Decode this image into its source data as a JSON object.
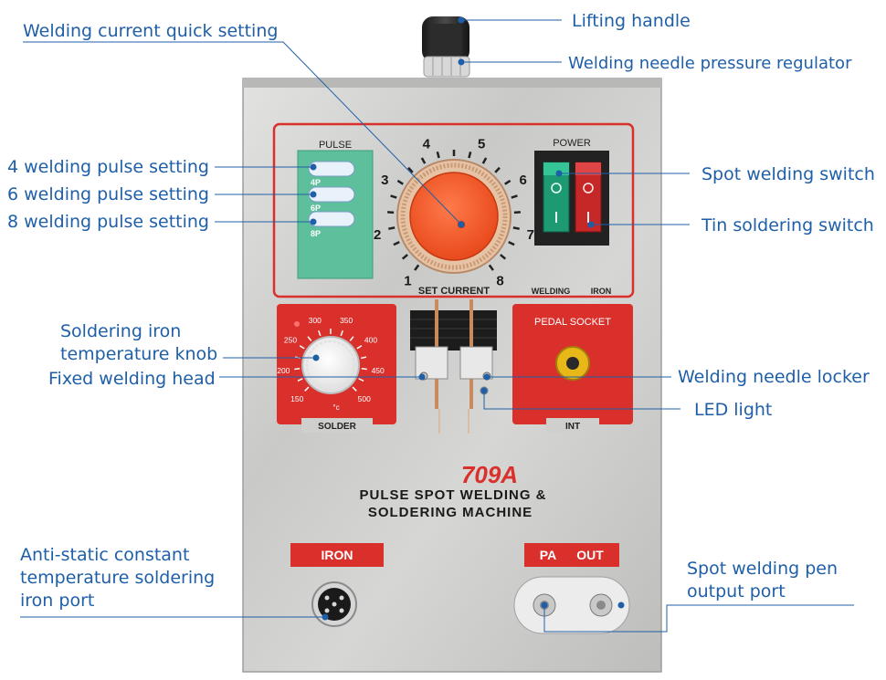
{
  "device": {
    "model": "709A",
    "title_line1": "PULSE SPOT WELDING &",
    "title_line2": "SOLDERING MACHINE",
    "pulse_label": "PULSE",
    "pulse_buttons": [
      "4P",
      "6P",
      "8P"
    ],
    "dial_numbers": [
      "1",
      "2",
      "3",
      "4",
      "5",
      "6",
      "7",
      "8"
    ],
    "set_current_label": "SET CURRENT",
    "power_label": "POWER",
    "switch_labels": [
      "WELDING",
      "IRON"
    ],
    "pedal_label": "PEDAL SOCKET",
    "int_label": "INT",
    "solder_label": "SOLDER",
    "temp_marks": [
      "150",
      "200",
      "250",
      "300",
      "350",
      "400",
      "450",
      "500"
    ],
    "temp_unit": "°c",
    "iron_label": "IRON",
    "pa_label": "PA",
    "out_label": "OUT"
  },
  "callouts": {
    "lifting_handle": "Lifting handle",
    "welding_needle_pressure_regulator": "Welding needle pressure regulator",
    "welding_current_quick_setting": "Welding current quick setting",
    "pulse4": "4 welding pulse setting",
    "pulse6": "6 welding pulse setting",
    "pulse8": "8 welding pulse setting",
    "spot_welding_switch": "Spot welding switch",
    "tin_soldering_switch": "Tin soldering switch",
    "soldering_knob_l1": "Soldering iron",
    "soldering_knob_l2": "temperature knob",
    "fixed_welding_head": "Fixed welding head",
    "welding_needle_locker": "Welding needle locker",
    "led_light": "LED light",
    "iron_port_l1": "Anti-static constant",
    "iron_port_l2": "temperature soldering",
    "iron_port_l3": "iron port",
    "pen_port_l1": "Spot welding pen",
    "pen_port_l2": "output port"
  },
  "colors": {
    "callout_text": "#1f5fa8",
    "leader_line": "#1f5fa8",
    "panel_red": "#d9302c",
    "case_steel": "#cfcfcd",
    "pulse_green": "#5dbf9c",
    "dial_orange": "#f25a2a",
    "pedal_yellow": "#e8b818",
    "spot_switch": "#1e9a72",
    "iron_switch": "#c62828"
  }
}
